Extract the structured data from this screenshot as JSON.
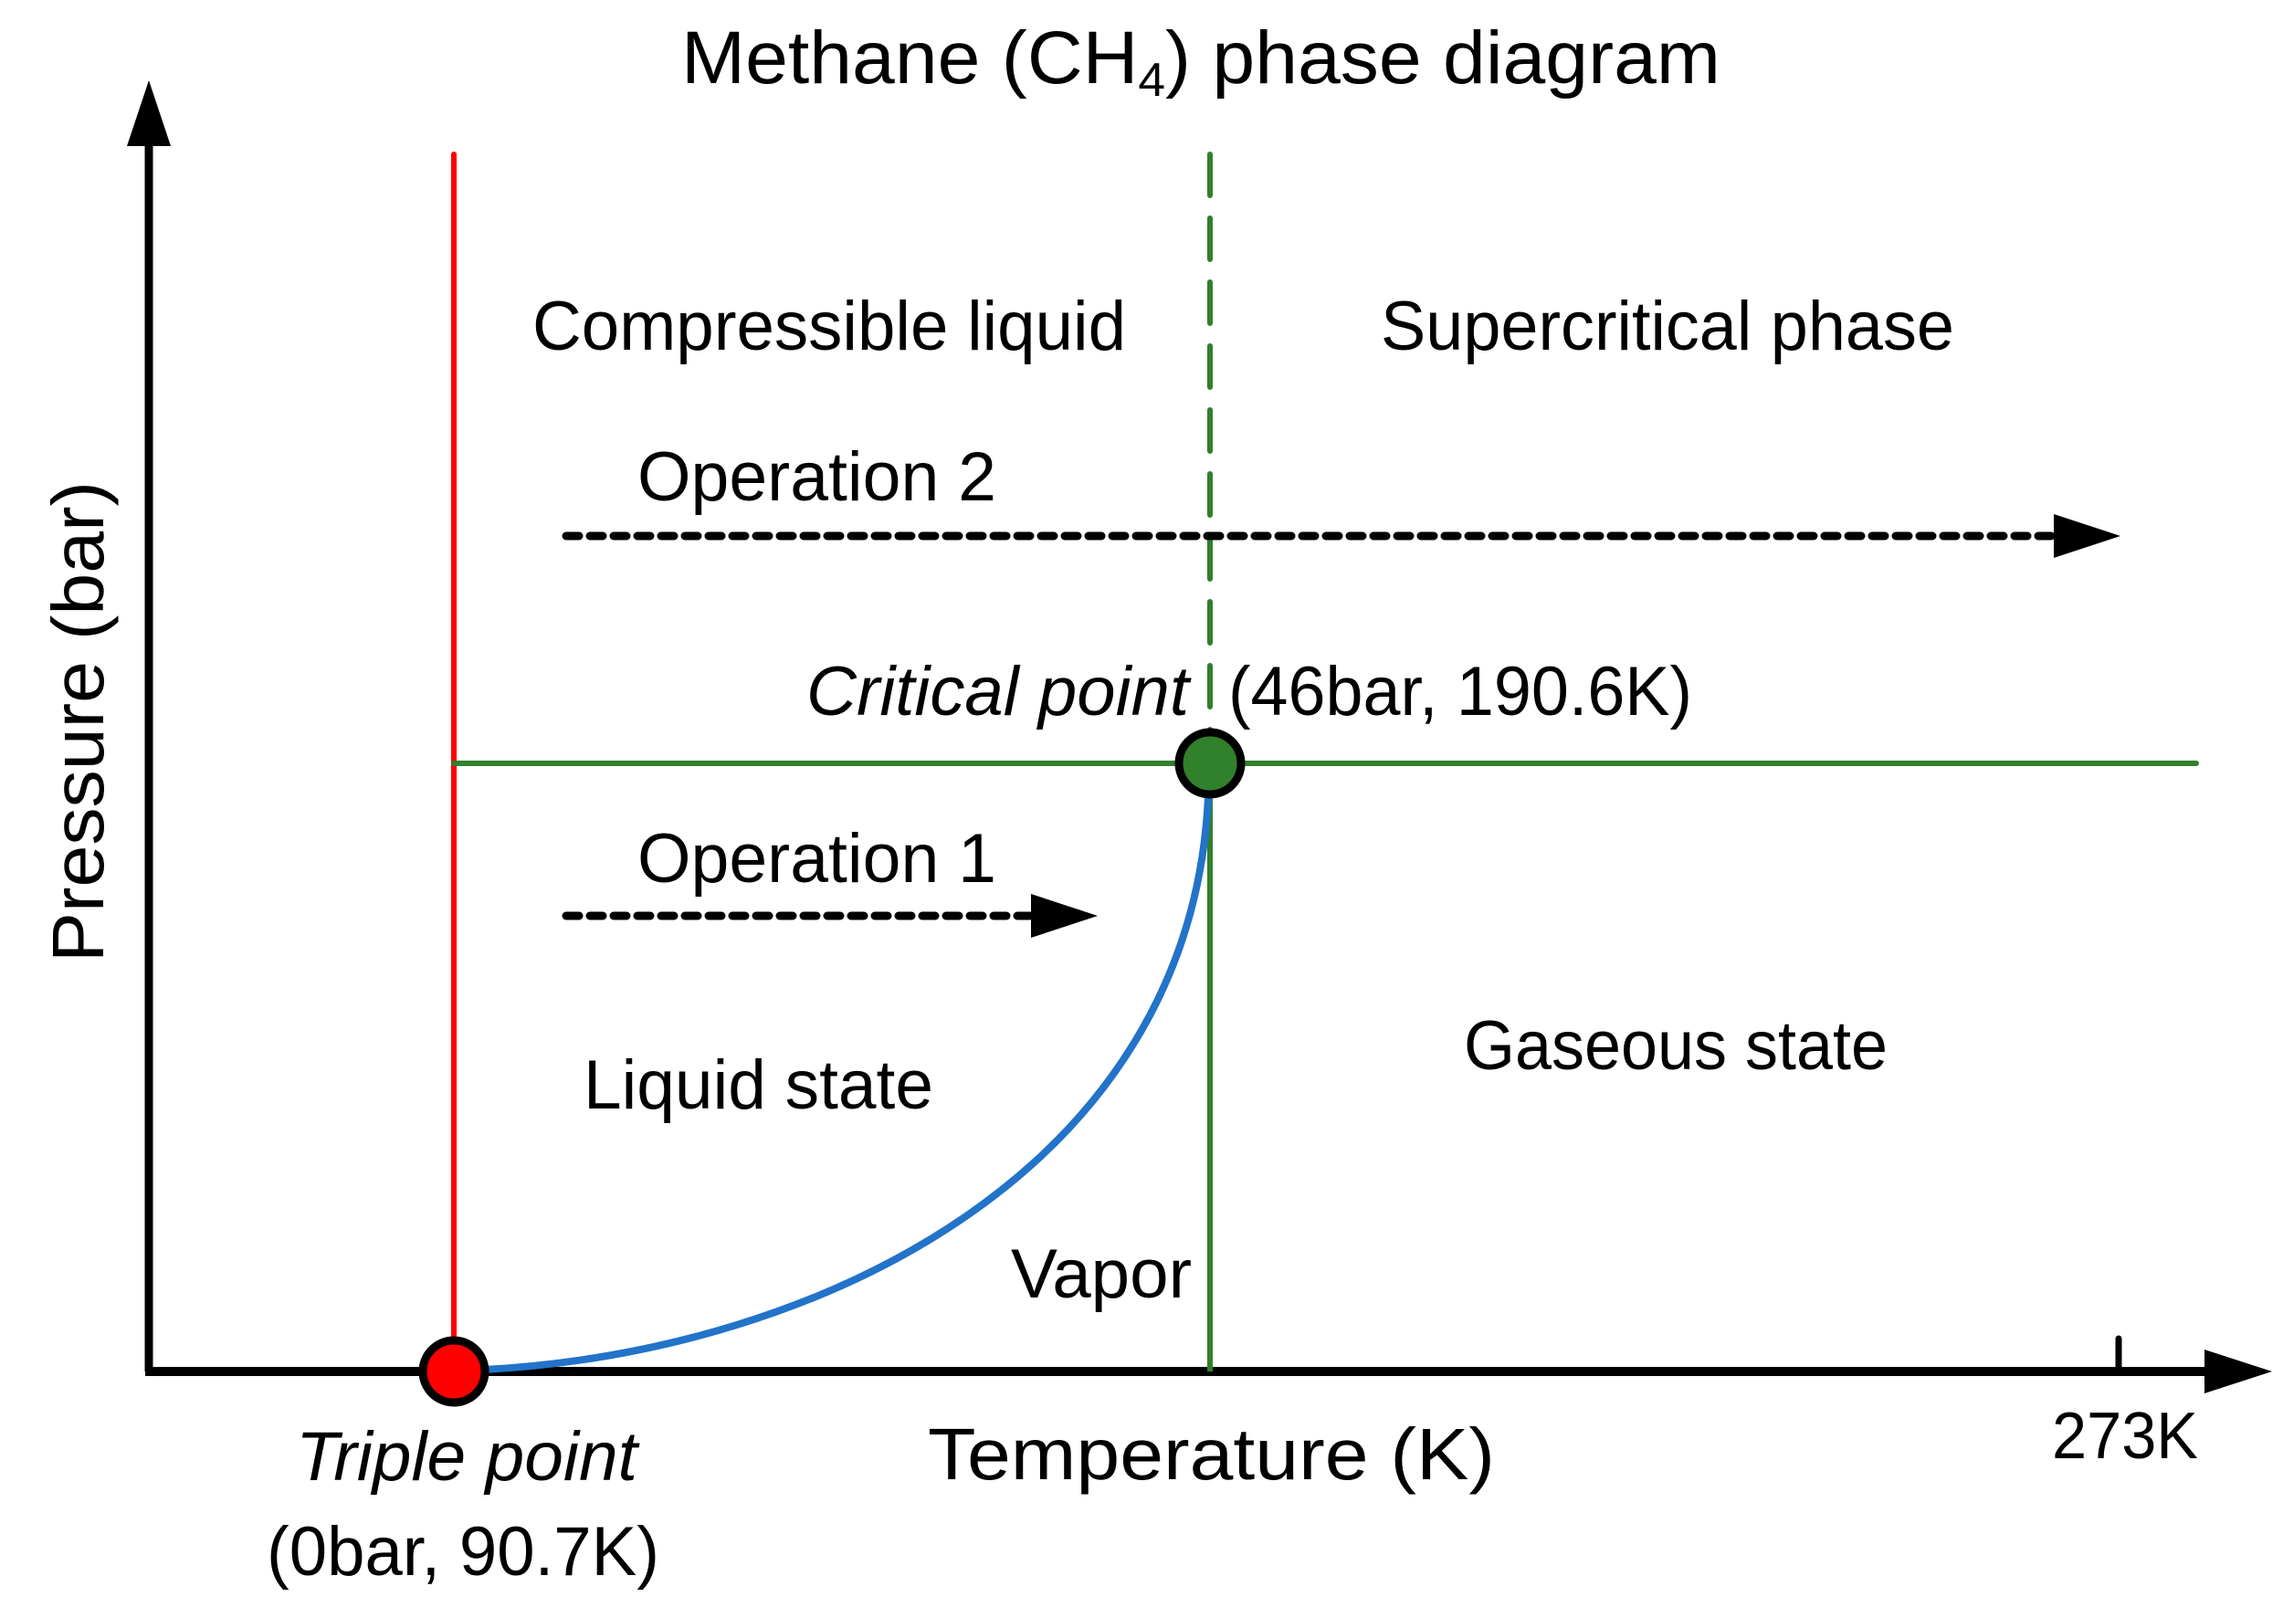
{
  "title": {
    "prefix": "Methane (CH",
    "subscript": "4",
    "suffix": ") phase diagram"
  },
  "axes": {
    "x_label": "Temperature (K)",
    "y_label": "Pressure (bar)",
    "x_tick_label": "273K"
  },
  "regions": {
    "compressible_liquid": "Compressible liquid",
    "supercritical": "Supercritical phase",
    "liquid": "Liquid state",
    "gaseous": "Gaseous state",
    "vapor": "Vapor"
  },
  "operations": {
    "op1": "Operation 1",
    "op2": "Operation 2"
  },
  "points": {
    "critical": {
      "label": "Critical point",
      "coords": "(46bar, 190.6K)",
      "pressure_bar": 46,
      "temperature_K": 190.6,
      "color": "#31802b"
    },
    "triple": {
      "label": "Triple point",
      "coords": "(0bar, 90.7K)",
      "pressure_bar": 0,
      "temperature_K": 90.7,
      "color": "#ff0000"
    }
  },
  "colors": {
    "axes": "#000000",
    "melting_line": "#ff0000",
    "critical_lines": "#31802b",
    "vaporization_curve": "#2273c9",
    "operation_arrows": "#000000"
  }
}
